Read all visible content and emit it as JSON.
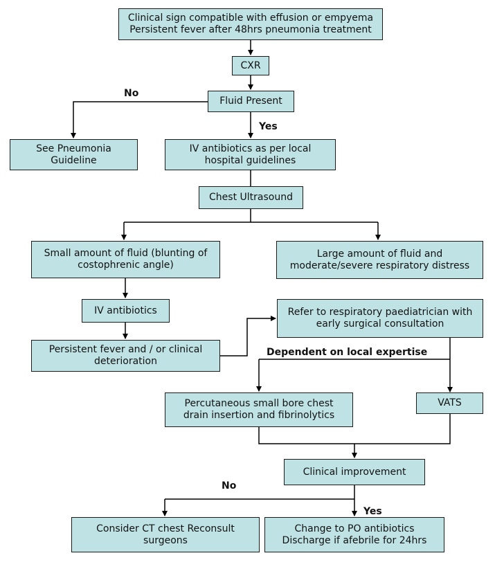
{
  "colors": {
    "box_fill": "#bfe3e4",
    "box_border": "#1a1a1a",
    "line": "#000000",
    "text": "#111111"
  },
  "nodes": {
    "clinical_sign": "Clinical sign compatible with effusion or empyema\nPersistent fever after 48hrs pneumonia treatment",
    "cxr": "CXR",
    "fluid_present": "Fluid Present",
    "see_pneumonia": "See Pneumonia\nGuideline",
    "iv_antibiotics_local": "IV antibiotics as per local\nhospital guidelines",
    "chest_ultrasound": "Chest Ultrasound",
    "small_fluid": "Small amount of fluid (blunting of\ncostophrenic angle)",
    "large_fluid": "Large amount of fluid and\nmoderate/severe respiratory distress",
    "iv_antibiotics": "IV antibiotics",
    "persistent_fever": "Persistent fever and / or clinical\ndeterioration",
    "refer_paediatrician": "Refer to respiratory paediatrician with\nearly surgical consultation",
    "percutaneous": "Percutaneous small bore chest\ndrain insertion and fibrinolytics",
    "vats": "VATS",
    "clinical_improvement": "Clinical improvement",
    "consider_ct": "Consider CT chest Reconsult\nsurgeons",
    "change_po": "Change to PO antibiotics\nDischarge if afebrile for 24hrs"
  },
  "labels": {
    "no_fluid": "No",
    "yes_fluid": "Yes",
    "dependent": "Dependent on local expertise",
    "no_improvement": "No",
    "yes_improvement": "Yes"
  }
}
